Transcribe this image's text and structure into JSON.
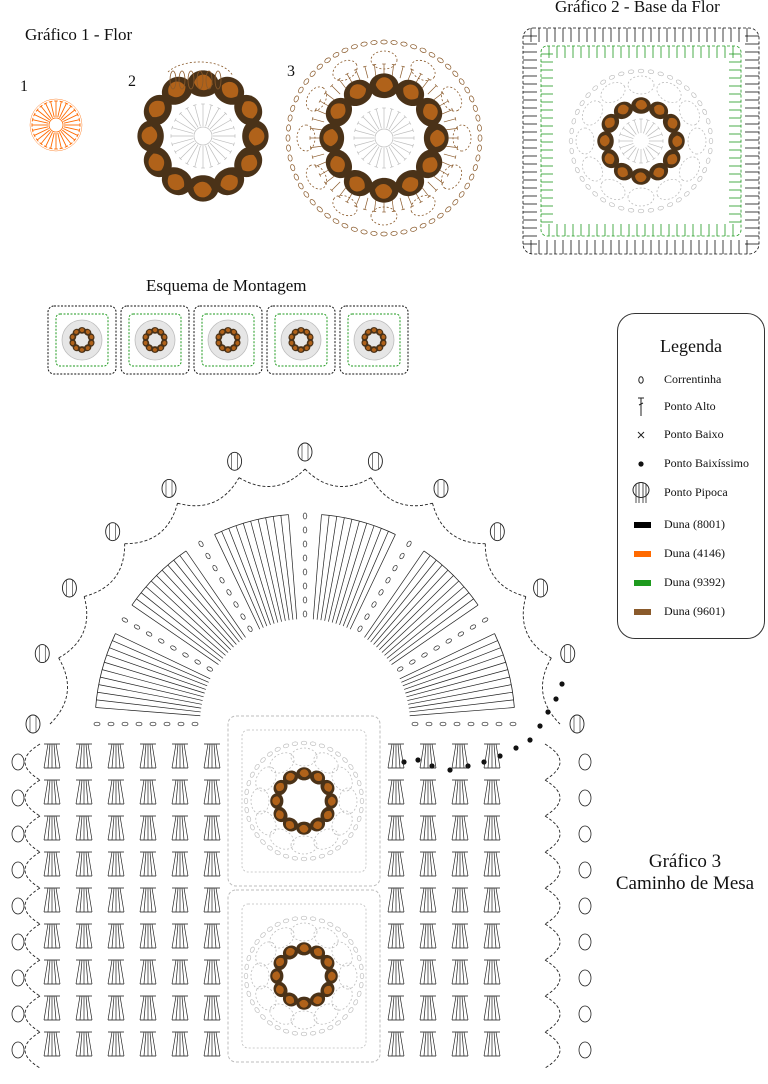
{
  "titles": {
    "grafico1": "Gráfico 1 - Flor",
    "grafico2": "Gráfico 2 - Base da Flor",
    "montagem": "Esquema de Montagem",
    "grafico3_line1": "Gráfico 3",
    "grafico3_line2": "Caminho de Mesa"
  },
  "flower_stages": [
    "1",
    "2",
    "3"
  ],
  "legend": {
    "title": "Legenda",
    "items": [
      {
        "label": "Correntinha",
        "symbol": "chain-oval-icon"
      },
      {
        "label": "Ponto Alto",
        "symbol": "double-crochet-icon"
      },
      {
        "label": "Ponto Baixo",
        "symbol": "single-crochet-icon"
      },
      {
        "label": "Ponto Baixíssimo",
        "symbol": "slip-stitch-icon"
      },
      {
        "label": "Ponto Pipoca",
        "symbol": "popcorn-icon"
      },
      {
        "label": "Duna (8001)",
        "color": "#000000"
      },
      {
        "label": "Duna (4146)",
        "color": "#ff6a00"
      },
      {
        "label": "Duna (9392)",
        "color": "#1e9a1e"
      },
      {
        "label": "Duna (9601)",
        "color": "#8a5a2b"
      }
    ]
  },
  "colors": {
    "black_yarn": "#000000",
    "orange_yarn": "#ff6a00",
    "green_yarn": "#1e9a1e",
    "brown_yarn": "#8a5a2b",
    "petal_dark": "#4a3218",
    "petal_light": "#b0621a",
    "grey_chart": "#bdbdbd"
  },
  "montagem_panels": 5
}
